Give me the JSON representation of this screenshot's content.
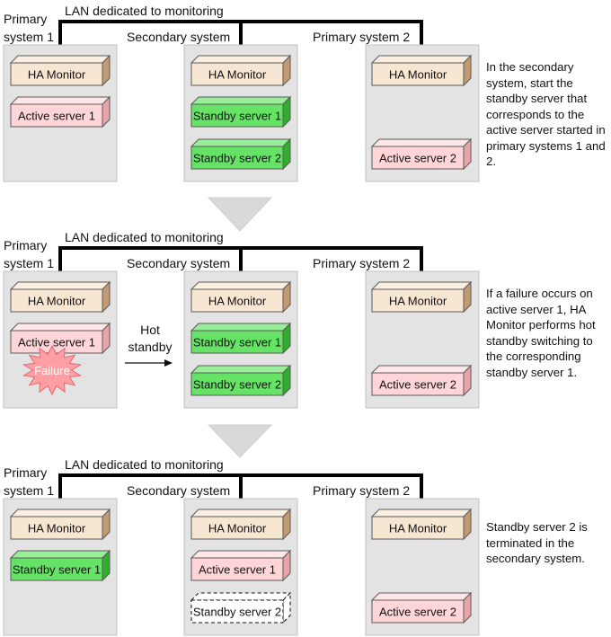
{
  "colors": {
    "system_box": "#e3e3e3",
    "system_box_border": "#c2c2c2",
    "ha_monitor_fill": "#f7e6d2",
    "ha_monitor_side": "#c49a72",
    "active_fill": "#ffd5d8",
    "active_side": "#e8a4ab",
    "standby_fill": "#66e266",
    "standby_side": "#2fae2f",
    "lan_line": "#000000",
    "arrow_fill": "#d9d9d9",
    "failure_fill": "#ff9ea3"
  },
  "panels": [
    {
      "lan_label": "LAN dedicated to monitoring",
      "primary1_label_line1": "Primary",
      "primary1_label_line2": "system 1",
      "secondary_label": "Secondary system",
      "primary2_label": "Primary system 2",
      "primary1_boxes": [
        {
          "label": "HA Monitor",
          "kind": "ha"
        },
        {
          "label": "Active server 1",
          "kind": "active"
        }
      ],
      "secondary_boxes": [
        {
          "label": "HA Monitor",
          "kind": "ha"
        },
        {
          "label": "Standby server 1",
          "kind": "standby"
        },
        {
          "label": "Standby server 2",
          "kind": "standby"
        }
      ],
      "primary2_boxes": [
        {
          "label": "HA Monitor",
          "kind": "ha"
        },
        {
          "label": "Active server 2",
          "kind": "active"
        }
      ],
      "description": "In the secondary system, start the standby server that corresponds to the active server started in primary systems 1 and 2."
    },
    {
      "lan_label": "LAN dedicated to monitoring",
      "primary1_label_line1": "Primary",
      "primary1_label_line2": "system 1",
      "secondary_label": "Secondary system",
      "primary2_label": "Primary system 2",
      "primary1_boxes": [
        {
          "label": "HA Monitor",
          "kind": "ha"
        },
        {
          "label": "Active server 1",
          "kind": "active"
        }
      ],
      "secondary_boxes": [
        {
          "label": "HA Monitor",
          "kind": "ha"
        },
        {
          "label": "Standby server 1",
          "kind": "standby"
        },
        {
          "label": "Standby server 2",
          "kind": "standby"
        }
      ],
      "primary2_boxes": [
        {
          "label": "HA Monitor",
          "kind": "ha"
        },
        {
          "label": "Active server 2",
          "kind": "active"
        }
      ],
      "failure_label": "Failure",
      "hot_standby_line1": "Hot",
      "hot_standby_line2": "standby",
      "description": "If a failure occurs on active server 1, HA Monitor performs hot standby switching to the corresponding standby server 1."
    },
    {
      "lan_label": "LAN dedicated to monitoring",
      "primary1_label_line1": "Primary",
      "primary1_label_line2": "system 1",
      "secondary_label": "Secondary system",
      "primary2_label": "Primary system 2",
      "primary1_boxes": [
        {
          "label": "HA Monitor",
          "kind": "ha"
        },
        {
          "label": "Standby server 1",
          "kind": "standby"
        }
      ],
      "secondary_boxes": [
        {
          "label": "HA Monitor",
          "kind": "ha"
        },
        {
          "label": "Active server 1",
          "kind": "active"
        },
        {
          "label": "Standby server 2",
          "kind": "terminated"
        }
      ],
      "primary2_boxes": [
        {
          "label": "HA Monitor",
          "kind": "ha"
        },
        {
          "label": "Active server 2",
          "kind": "active"
        }
      ],
      "description": "Standby server 2 is terminated in the secondary system."
    }
  ]
}
